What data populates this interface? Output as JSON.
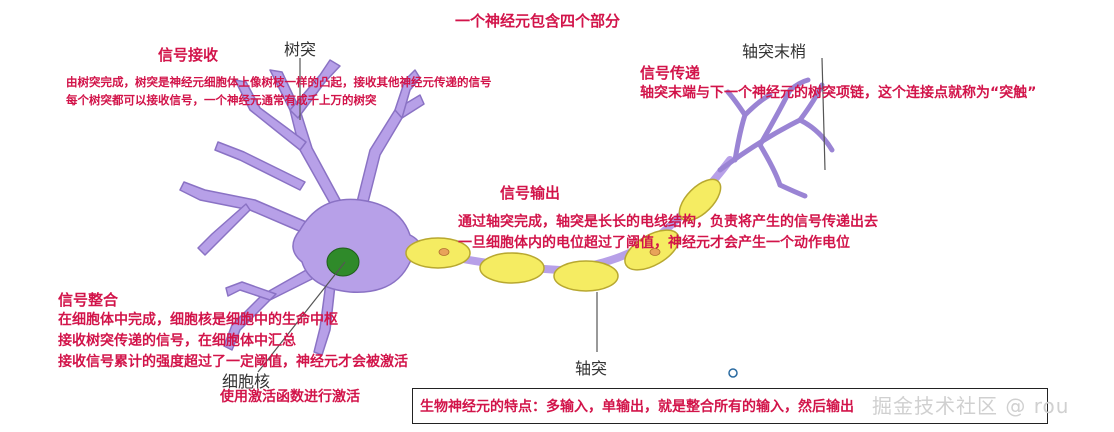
{
  "title": "一个神经元包含四个部分",
  "parts": {
    "dendrite": "树突",
    "axon_terminal": "轴突末梢",
    "nucleus": "细胞核",
    "axon": "轴突"
  },
  "signal_receive": {
    "heading": "信号接收",
    "lines": [
      "由树突完成，树突是神经元细胞体上像树枝一样的凸起，接收其他神经元传递的信号",
      "每个树突都可以接收信号，一个神经元通常有成千上万的树突"
    ]
  },
  "signal_transmit": {
    "heading": "信号传递",
    "lines": [
      "轴突末端与下一个神经元的树突项链，这个连接点就称为“突触”"
    ]
  },
  "signal_output": {
    "heading": "信号输出",
    "lines": [
      "通过轴突完成，轴突是长长的电线结构，负责将产生的信号传递出去",
      "一旦细胞体内的电位超过了阈值，神经元才会产生一个动作电位"
    ]
  },
  "signal_integrate": {
    "heading": "信号整合",
    "lines": [
      "在细胞体中完成，细胞核是细胞中的生命中枢",
      "接收树突传递的信号，在细胞体中汇总",
      "接收信号累计的强度超过了一定阈值，神经元才会被激活",
      "使用激活函数进行激活"
    ]
  },
  "summary": "生物神经元的特点：多输入，单输出，就是整合所有的输入，然后输出",
  "watermark": "掘金技术社区 @ rou",
  "colors": {
    "annotation": "#d2144a",
    "cell_body": "#b7a0e8",
    "nucleus": "#2f8a2a",
    "myelin": "#f5ec62",
    "myelin_outline": "#b8a830"
  }
}
